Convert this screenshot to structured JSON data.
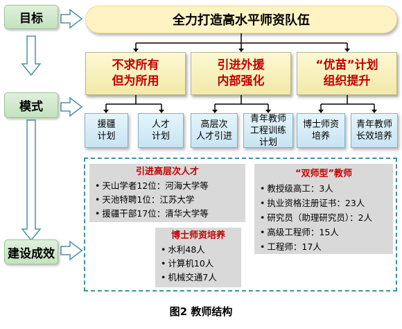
{
  "side_labels": {
    "target": "目标",
    "mode": "模式",
    "result": "建设成效"
  },
  "goal": "全力打造高水平师资队伍",
  "strategies": [
    {
      "line1": "不求所有",
      "line2": "但为所用"
    },
    {
      "line1": "引进外援",
      "line2": "内部强化"
    },
    {
      "line1": "“优苗”计划",
      "line2": "组织提升"
    }
  ],
  "modes": [
    {
      "lines": [
        "援疆",
        "计划"
      ]
    },
    {
      "lines": [
        "人才",
        "计划"
      ]
    },
    {
      "lines": [
        "高层次",
        "人才引进"
      ]
    },
    {
      "lines": [
        "青年教师",
        "工程训练",
        "计划"
      ]
    },
    {
      "lines": [
        "博士师资",
        "培养"
      ]
    },
    {
      "lines": [
        "青年教师",
        "长效培养"
      ]
    }
  ],
  "results": {
    "talent": {
      "title": "引进高层次人才",
      "items": [
        "天山学者12位：河海大学等",
        "天池特聘1位：江苏大学",
        "援疆干部17位：清华大学等"
      ]
    },
    "phd": {
      "title": "博士师资培养",
      "items": [
        "水利48人",
        "计算机10人",
        "机械交通7人"
      ]
    },
    "dual": {
      "title": "“双师型”教师",
      "items": [
        "教授级高工：3人",
        "执业资格注册证书：23人",
        "研究员（助理研究员）：2人",
        "高级工程师：15人",
        "工程师：17人"
      ]
    }
  },
  "caption": "图2 教师结构"
}
